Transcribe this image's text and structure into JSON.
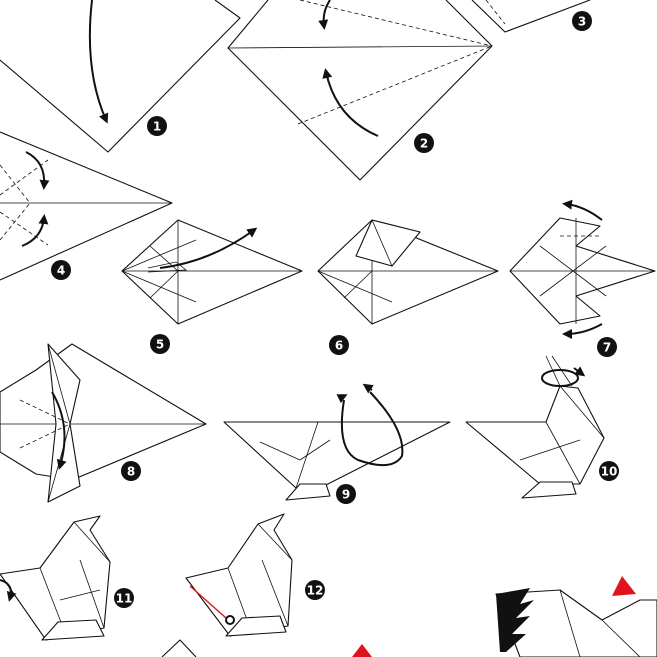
{
  "diagram": {
    "steps": [
      {
        "id": 1,
        "label": "1"
      },
      {
        "id": 2,
        "label": "2"
      },
      {
        "id": 3,
        "label": "3"
      },
      {
        "id": 4,
        "label": "4"
      },
      {
        "id": 5,
        "label": "5"
      },
      {
        "id": 6,
        "label": "6"
      },
      {
        "id": 7,
        "label": "7"
      },
      {
        "id": 8,
        "label": "8"
      },
      {
        "id": 9,
        "label": "9"
      },
      {
        "id": 10,
        "label": "10"
      },
      {
        "id": 11,
        "label": "11"
      },
      {
        "id": 12,
        "label": "12"
      }
    ],
    "colors": {
      "line": "#111111",
      "paper": "#ffffff",
      "comb": "#e0141c",
      "tail_fill": "#111111"
    }
  }
}
